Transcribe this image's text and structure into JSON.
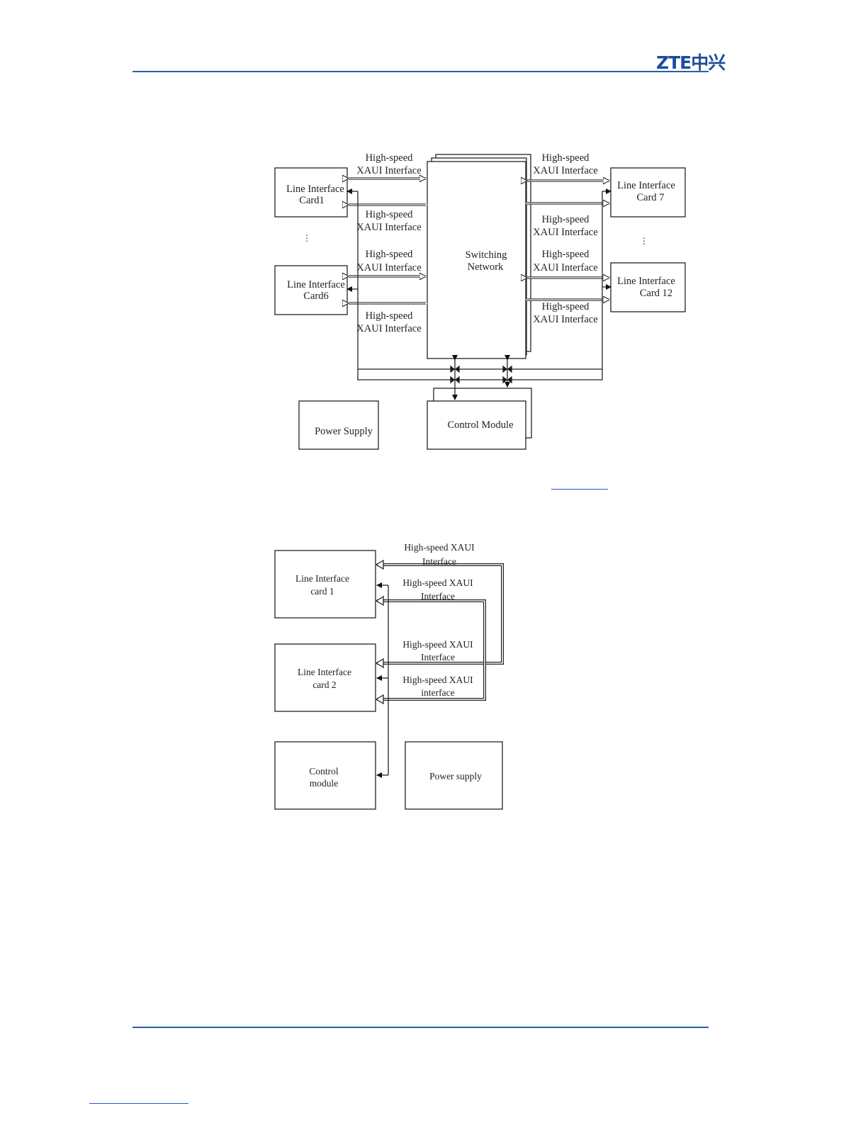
{
  "header": {
    "logo_text": "ZTE中兴"
  },
  "diagram1": {
    "xaui_label_line1": "High-speed",
    "xaui_label_line2": "XAUI Interface",
    "cards_left": [
      {
        "line1": "Line Interface",
        "line2": "Card1"
      },
      {
        "line1": "Line Interface",
        "line2": "Card6"
      }
    ],
    "cards_right": [
      {
        "line1": "Line Interface",
        "line2": "Card 7"
      },
      {
        "line1": "Line Interface",
        "line2": "Card 12"
      }
    ],
    "switch_line1": "Switching",
    "switch_line2": "Network",
    "power": "Power Supply",
    "control": "Control Module",
    "ellipsis": "⋮"
  },
  "diagram2": {
    "card1": {
      "line1": "Line Interface",
      "line2": "card 1"
    },
    "card2": {
      "line1": "Line Interface",
      "line2": "card 2"
    },
    "control": {
      "line1": "Control",
      "line2": "module"
    },
    "power": "Power supply",
    "xaui_labels": [
      {
        "line1": "High-speed XAUI",
        "line2": "Interface"
      },
      {
        "line1": "High-speed  XAUI",
        "line2": "Interface"
      },
      {
        "line1": "High-speed XAUI",
        "line2": "Interface"
      },
      {
        "line1": "High-speed XAUI",
        "line2": "interface"
      }
    ]
  }
}
